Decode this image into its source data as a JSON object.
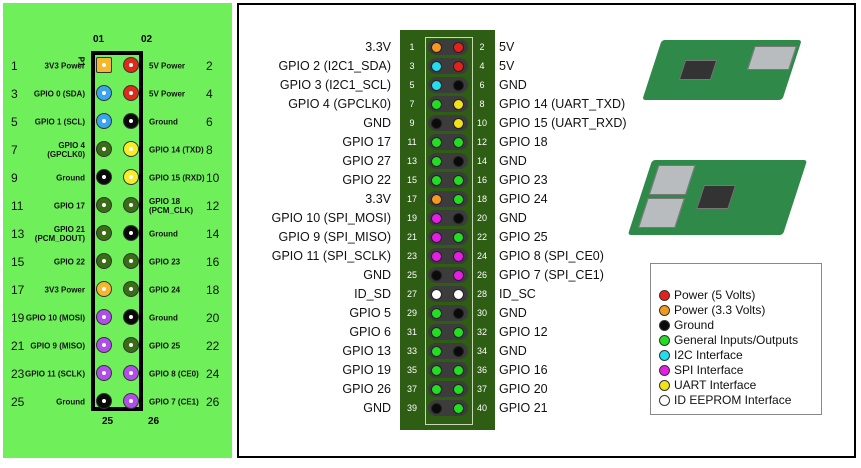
{
  "colors": {
    "power5": "#e4221b",
    "power3": "#f39a1e",
    "ground": "#0a0a0a",
    "gpio": "#22dd22",
    "i2c": "#22ddee",
    "spi": "#e41ee4",
    "uart": "#f2e21a",
    "eeprom": "#ffffff",
    "left_gpio": "#3a6e16",
    "left_blue": "#3aa4ee",
    "left_purple": "#b04ee8",
    "left_orange": "#f5b72e",
    "left_yellow": "#f5ec2a",
    "left_red": "#dd2a1a"
  },
  "left": {
    "col_top_left": "01",
    "col_top_right": "02",
    "col_bottom_left": "25",
    "col_bottom_right": "26",
    "connector_label": "P1",
    "rows": [
      {
        "ln": "1",
        "ll": "3V3 Power",
        "lc": "left_orange",
        "rc": "left_red",
        "rl": "5V Power",
        "rn": "2"
      },
      {
        "ln": "3",
        "ll": "GPIO 0 (SDA)",
        "lc": "left_blue",
        "rc": "left_red",
        "rl": "5V Power",
        "rn": "4"
      },
      {
        "ln": "5",
        "ll": "GPIO 1 (SCL)",
        "lc": "left_blue",
        "rc": "ground",
        "rl": "Ground",
        "rn": "6"
      },
      {
        "ln": "7",
        "ll": "GPIO 4\n(GPCLK0)",
        "lc": "left_gpio",
        "rc": "left_yellow",
        "rl": "GPIO 14 (TXD)",
        "rn": "8"
      },
      {
        "ln": "9",
        "ll": "Ground",
        "lc": "ground",
        "rc": "left_yellow",
        "rl": "GPIO 15 (RXD)",
        "rn": "10"
      },
      {
        "ln": "11",
        "ll": "GPIO 17",
        "lc": "left_gpio",
        "rc": "left_gpio",
        "rl": "GPIO 18\n(PCM_CLK)",
        "rn": "12"
      },
      {
        "ln": "13",
        "ll": "GPIO 21\n(PCM_DOUT)",
        "lc": "left_gpio",
        "rc": "ground",
        "rl": "Ground",
        "rn": "14"
      },
      {
        "ln": "15",
        "ll": "GPIO 22",
        "lc": "left_gpio",
        "rc": "left_gpio",
        "rl": "GPIO 23",
        "rn": "16"
      },
      {
        "ln": "17",
        "ll": "3V3 Power",
        "lc": "left_orange",
        "rc": "left_gpio",
        "rl": "GPIO 24",
        "rn": "18"
      },
      {
        "ln": "19",
        "ll": "GPIO 10 (MOSI)",
        "lc": "left_purple",
        "rc": "ground",
        "rl": "Ground",
        "rn": "20"
      },
      {
        "ln": "21",
        "ll": "GPIO 9 (MISO)",
        "lc": "left_purple",
        "rc": "left_gpio",
        "rl": "GPIO 25",
        "rn": "22"
      },
      {
        "ln": "23",
        "ll": "GPIO 11 (SCLK)",
        "lc": "left_purple",
        "rc": "left_purple",
        "rl": "GPIO 8 (CE0)",
        "rn": "24"
      },
      {
        "ln": "25",
        "ll": "Ground",
        "lc": "ground",
        "rc": "left_purple",
        "rl": "GPIO 7 (CE1)",
        "rn": "26"
      }
    ]
  },
  "right": {
    "rows": [
      {
        "ll": "3.3V",
        "ln": "1",
        "lc": "power3",
        "rc": "power5",
        "rn": "2",
        "rl": "5V"
      },
      {
        "ll": "GPIO 2 (I2C1_SDA)",
        "ln": "3",
        "lc": "i2c",
        "rc": "power5",
        "rn": "4",
        "rl": "5V"
      },
      {
        "ll": "GPIO 3 (I2C1_SCL)",
        "ln": "5",
        "lc": "i2c",
        "rc": "ground",
        "rn": "6",
        "rl": "GND"
      },
      {
        "ll": "GPIO 4 (GPCLK0)",
        "ln": "7",
        "lc": "gpio",
        "rc": "uart",
        "rn": "8",
        "rl": "GPIO 14 (UART_TXD)"
      },
      {
        "ll": "GND",
        "ln": "9",
        "lc": "ground",
        "rc": "uart",
        "rn": "10",
        "rl": "GPIO 15 (UART_RXD)"
      },
      {
        "ll": "GPIO 17",
        "ln": "11",
        "lc": "gpio",
        "rc": "gpio",
        "rn": "12",
        "rl": "GPIO 18"
      },
      {
        "ll": "GPIO 27",
        "ln": "13",
        "lc": "gpio",
        "rc": "ground",
        "rn": "14",
        "rl": "GND"
      },
      {
        "ll": "GPIO 22",
        "ln": "15",
        "lc": "gpio",
        "rc": "gpio",
        "rn": "16",
        "rl": "GPIO 23"
      },
      {
        "ll": "3.3V",
        "ln": "17",
        "lc": "power3",
        "rc": "gpio",
        "rn": "18",
        "rl": "GPIO 24"
      },
      {
        "ll": "GPIO 10 (SPI_MOSI)",
        "ln": "19",
        "lc": "spi",
        "rc": "ground",
        "rn": "20",
        "rl": "GND"
      },
      {
        "ll": "GPIO 9 (SPI_MISO)",
        "ln": "21",
        "lc": "spi",
        "rc": "gpio",
        "rn": "22",
        "rl": "GPIO 25"
      },
      {
        "ll": "GPIO 11 (SPI_SCLK)",
        "ln": "23",
        "lc": "spi",
        "rc": "spi",
        "rn": "24",
        "rl": "GPIO 8 (SPI_CE0)"
      },
      {
        "ll": "GND",
        "ln": "25",
        "lc": "ground",
        "rc": "spi",
        "rn": "26",
        "rl": "GPIO 7 (SPI_CE1)"
      },
      {
        "ll": "ID_SD",
        "ln": "27",
        "lc": "eeprom",
        "rc": "eeprom",
        "rn": "28",
        "rl": "ID_SC"
      },
      {
        "ll": "GPIO 5",
        "ln": "29",
        "lc": "gpio",
        "rc": "ground",
        "rn": "30",
        "rl": "GND"
      },
      {
        "ll": "GPIO 6",
        "ln": "31",
        "lc": "gpio",
        "rc": "gpio",
        "rn": "32",
        "rl": "GPIO 12"
      },
      {
        "ll": "GPIO 13",
        "ln": "33",
        "lc": "gpio",
        "rc": "ground",
        "rn": "34",
        "rl": "GND"
      },
      {
        "ll": "GPIO 19",
        "ln": "35",
        "lc": "gpio",
        "rc": "gpio",
        "rn": "36",
        "rl": "GPIO 16"
      },
      {
        "ll": "GPIO 26",
        "ln": "37",
        "lc": "gpio",
        "rc": "gpio",
        "rn": "37",
        "rl": "GPIO 20"
      },
      {
        "ll": "GND",
        "ln": "39",
        "lc": "ground",
        "rc": "gpio",
        "rn": "40",
        "rl": "GPIO 21"
      }
    ]
  },
  "legend": [
    {
      "label": "Power (5 Volts)",
      "c": "power5"
    },
    {
      "label": "Power (3.3 Volts)",
      "c": "power3"
    },
    {
      "label": "Ground",
      "c": "ground"
    },
    {
      "label": "General Inputs/Outputs",
      "c": "gpio"
    },
    {
      "label": "I2C Interface",
      "c": "i2c"
    },
    {
      "label": "SPI Interface",
      "c": "spi"
    },
    {
      "label": "UART Interface",
      "c": "uart"
    },
    {
      "label": "ID EEPROM Interface",
      "c": "eeprom"
    }
  ]
}
